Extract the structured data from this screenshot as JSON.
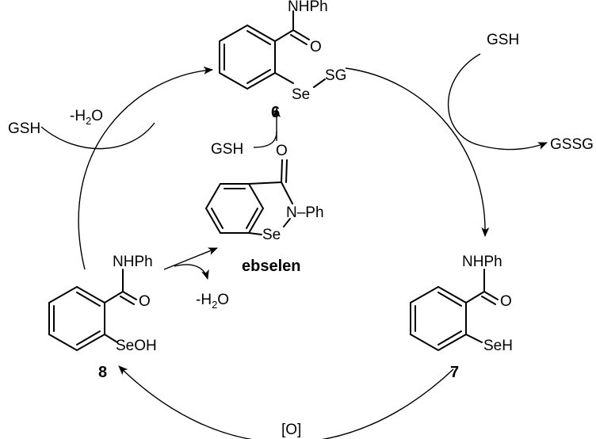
{
  "labels": {
    "c6_nhph": "NHPh",
    "c6_o": "O",
    "c6_se": "Se",
    "c6_sg": "SG",
    "c6_num": "6",
    "ebselen_o": "O",
    "ebselen_n_ph": "N–Ph",
    "ebselen_se": "Se",
    "ebselen_name": "ebselen",
    "c7_nhph": "NHPh",
    "c7_o": "O",
    "c7_seh": "SeH",
    "c7_num": "7",
    "c8_nhph": "NHPh",
    "c8_o": "O",
    "c8_seoh": "SeOH",
    "c8_num": "8"
  },
  "reagents": {
    "gsh_top_right": "GSH",
    "gssg": "GSSG",
    "gsh_left": "GSH",
    "minus_h2o_left_pre": "-H",
    "minus_h2o_left_sub": "2",
    "minus_h2o_left_post": "O",
    "gsh_center": "GSH",
    "minus_h2o_center_pre": "-H",
    "minus_h2o_center_sub": "2",
    "minus_h2o_center_post": "O",
    "oxidant": "[O]"
  }
}
